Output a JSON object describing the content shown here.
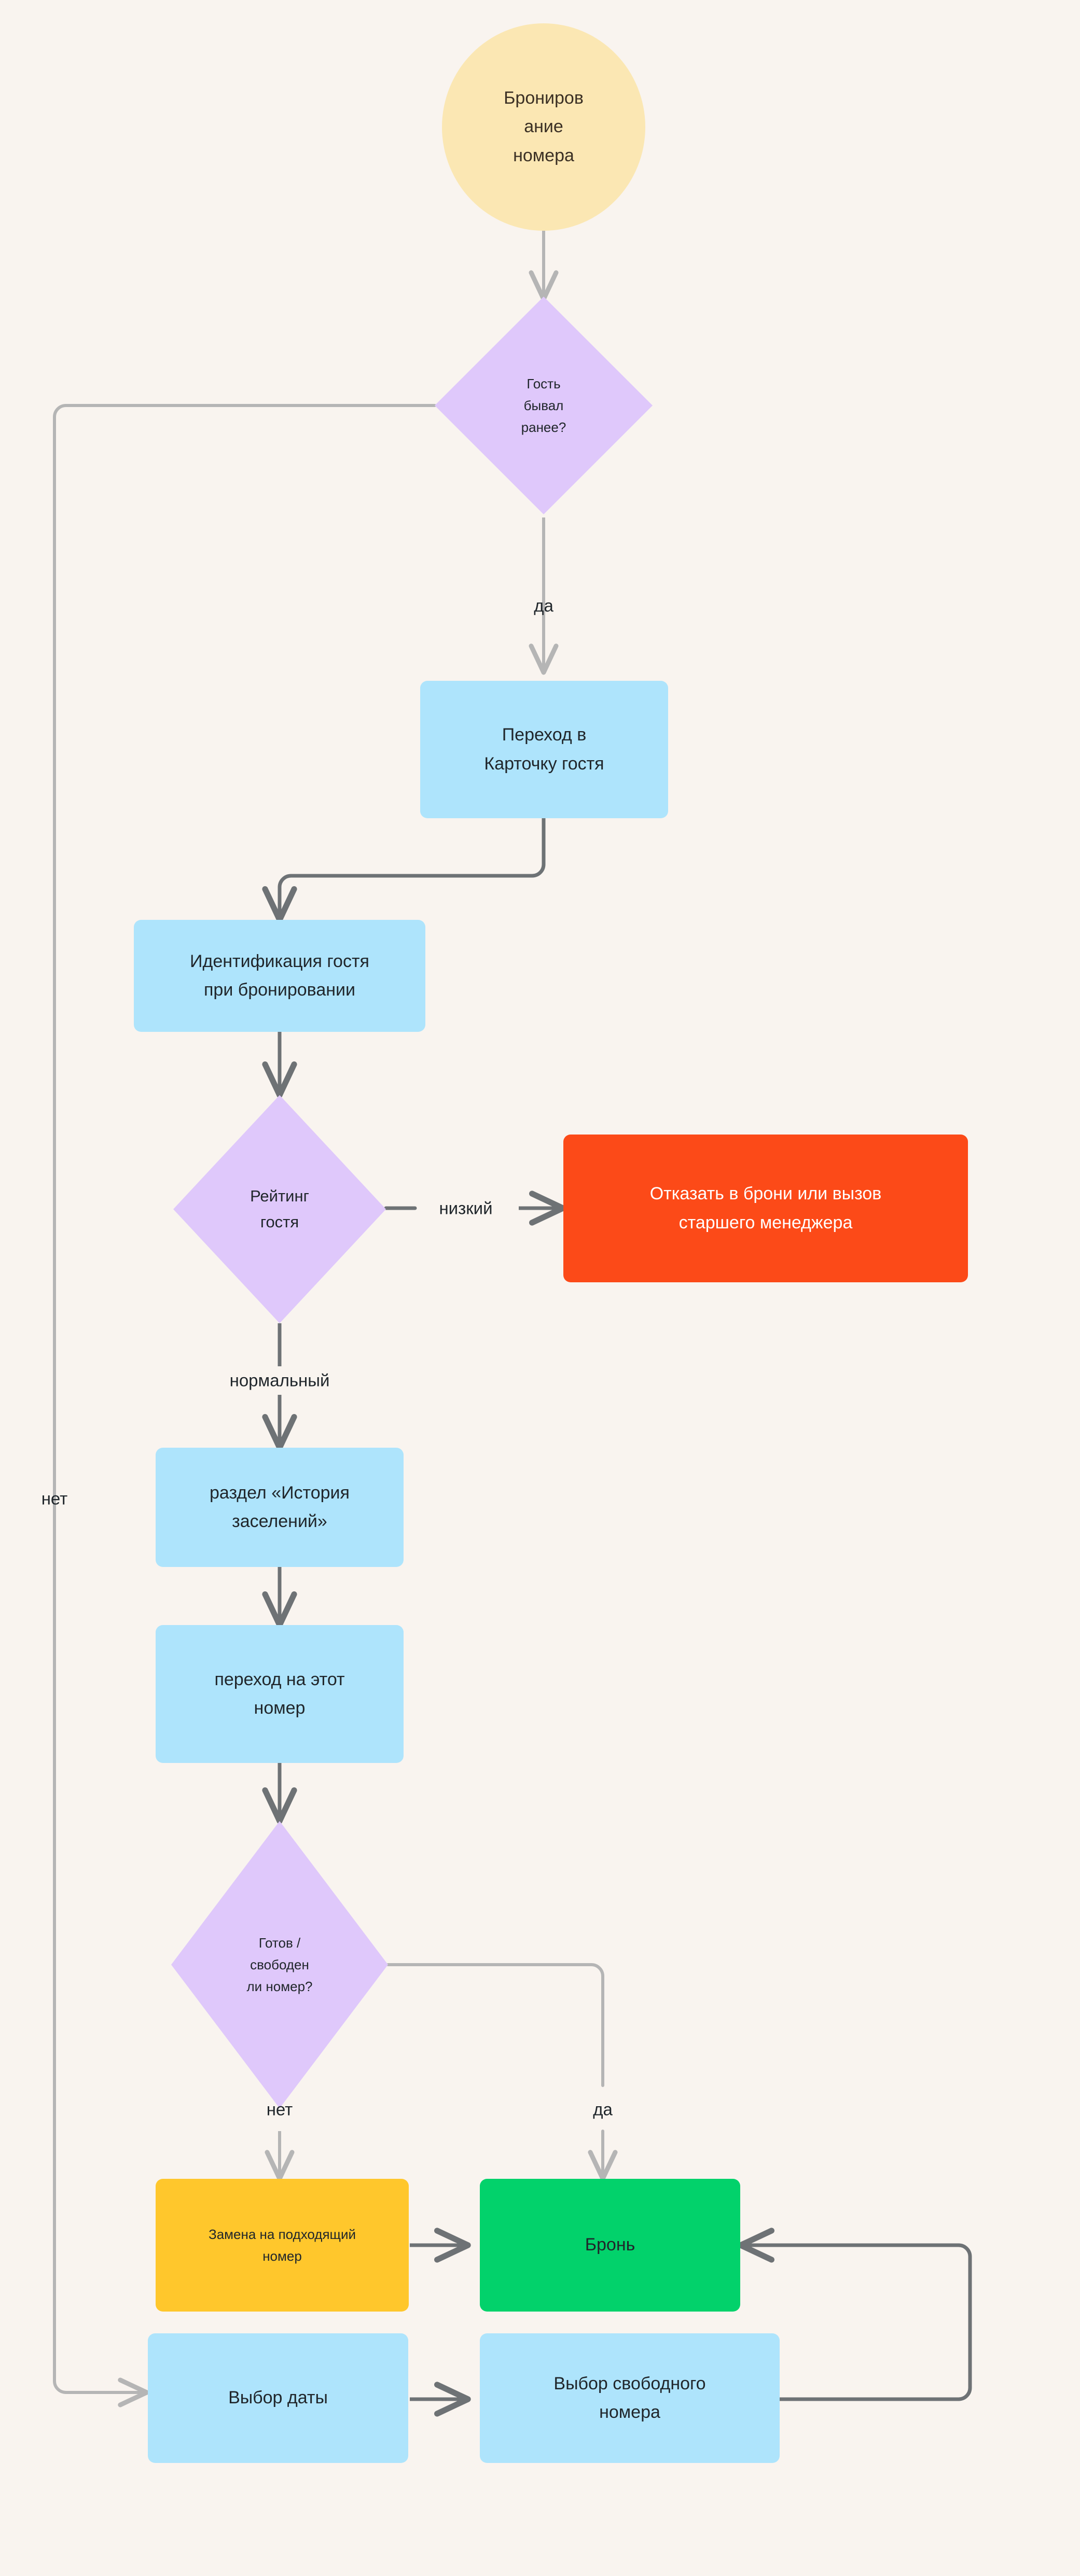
{
  "diagram": {
    "type": "flowchart",
    "title": "Бронирование номера",
    "background_color": "#F9F4EF",
    "edge_color": "#9E9E9E",
    "edge_color_dark": "#6E7275",
    "palette": {
      "start": "#FBE7B3",
      "decision": "#DFC8FB",
      "process": "#AEE4FC",
      "danger": "#FC4A18",
      "warning": "#FFC72C",
      "success": "#02D26B"
    }
  },
  "nodes": {
    "start": {
      "label": "Брониров\nание\nномера",
      "shape": "ellipse",
      "color": "#FBE7B3",
      "text_color": "#3B3024",
      "font_size": 34
    },
    "guest_seen_before": {
      "label": "Гость\nбывал\nранее?",
      "shape": "diamond",
      "color": "#DFC8FB",
      "text_color": "#20262B",
      "font_size": 26
    },
    "open_guest_card": {
      "label": "Переход в\nКарточку гостя",
      "shape": "rect",
      "color": "#AEE4FC",
      "text_color": "#20262B",
      "font_size": 34
    },
    "identify_guest": {
      "label": "Идентификация гостя\nпри бронировании",
      "shape": "rect",
      "color": "#AEE4FC",
      "text_color": "#20262B",
      "font_size": 34
    },
    "guest_rating": {
      "label": "Рейтинг\nгостя",
      "shape": "diamond",
      "color": "#DFC8FB",
      "text_color": "#20262B",
      "font_size": 31
    },
    "refuse_or_call_manager": {
      "label": "Отказать в брони или вызов\nстаршего менеджера",
      "shape": "rect",
      "color": "#FC4A18",
      "text_color": "#FFFFFF",
      "font_size": 34
    },
    "checkin_history_section": {
      "label": "раздел «История\nзаселений»",
      "shape": "rect",
      "color": "#AEE4FC",
      "text_color": "#20262B",
      "font_size": 34
    },
    "go_to_this_room": {
      "label": "переход на этот\nномер",
      "shape": "rect",
      "color": "#AEE4FC",
      "text_color": "#20262B",
      "font_size": 34
    },
    "room_ready_free": {
      "label": "Готов /\nсвободен\nли номер?",
      "shape": "diamond",
      "color": "#DFC8FB",
      "text_color": "#20262B",
      "font_size": 26
    },
    "replace_with_suitable_room": {
      "label": "Замена на подходящий\nномер",
      "shape": "rect",
      "color": "#FFC72C",
      "text_color": "#20262B",
      "font_size": 26
    },
    "booking": {
      "label": "Бронь",
      "shape": "rect",
      "color": "#02D26B",
      "text_color": "#20262B",
      "font_size": 34
    },
    "pick_date": {
      "label": "Выбор даты",
      "shape": "rect",
      "color": "#AEE4FC",
      "text_color": "#20262B",
      "font_size": 34
    },
    "pick_free_room": {
      "label": "Выбор свободного\nномера",
      "shape": "rect",
      "color": "#AEE4FC",
      "text_color": "#20262B",
      "font_size": 34
    }
  },
  "edge_labels": {
    "yes_seen_before": "да",
    "no_seen_before": "нет",
    "rating_low": "низкий",
    "rating_normal": "нормальный",
    "room_no": "нет",
    "room_yes": "да"
  }
}
